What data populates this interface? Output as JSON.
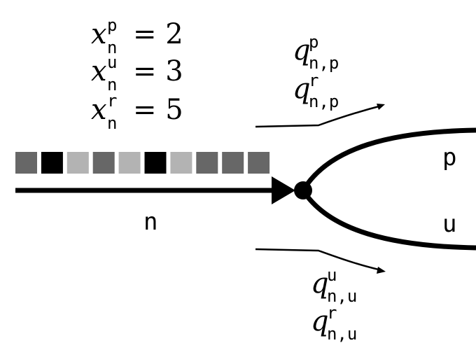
{
  "quantities": [
    {
      "var": "x",
      "sup": "p",
      "sub": "n",
      "eq": "= 2"
    },
    {
      "var": "x",
      "sup": "u",
      "sub": "n",
      "eq": "= 3"
    },
    {
      "var": "x",
      "sup": "r",
      "sub": "n",
      "eq": "= 5"
    }
  ],
  "flows_top": [
    {
      "var": "q",
      "sup": "p",
      "sub": "n,p"
    },
    {
      "var": "q",
      "sup": "r",
      "sub": "n,p"
    }
  ],
  "flows_bottom": [
    {
      "var": "q",
      "sup": "u",
      "sub": "n,u"
    },
    {
      "var": "q",
      "sup": "r",
      "sub": "n,u"
    }
  ],
  "queue": [
    "r",
    "p",
    "u",
    "r",
    "u",
    "p",
    "u",
    "r",
    "r",
    "r"
  ],
  "queue_colors": {
    "p": "#000000",
    "u": "#b3b3b3",
    "r": "#676767"
  },
  "labels": {
    "incoming": "n",
    "branch_top": "p",
    "branch_bottom": "u"
  }
}
